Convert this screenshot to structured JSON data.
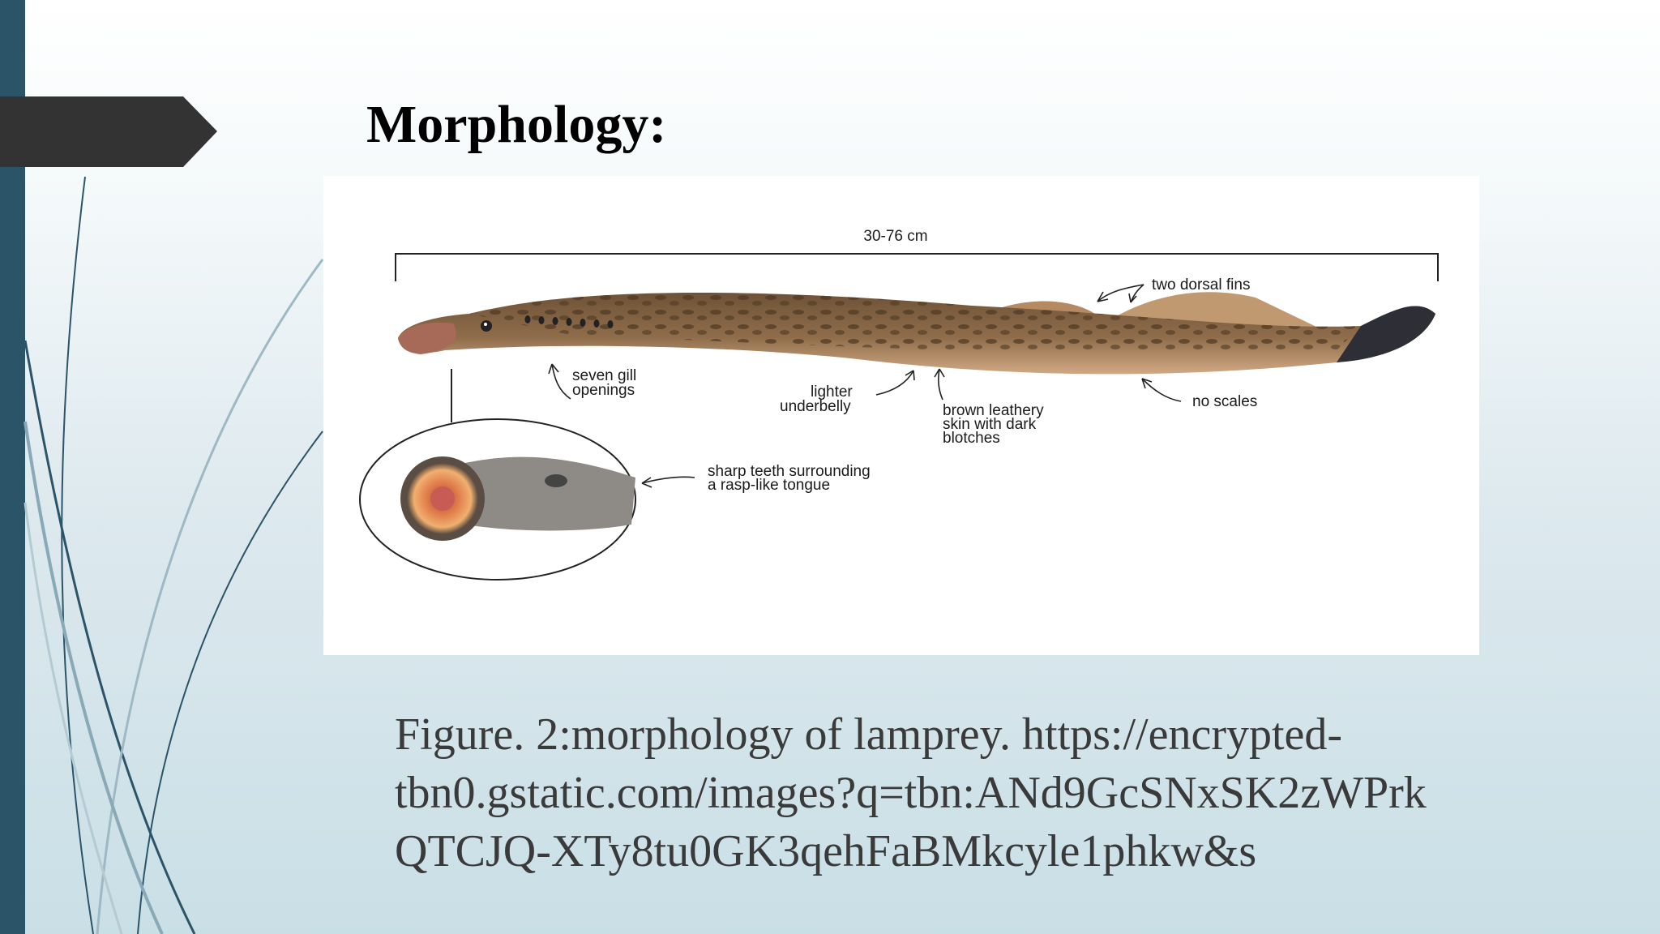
{
  "slide": {
    "title": "Morphology:",
    "figure": {
      "length_label": "30-76 cm",
      "labels": {
        "dorsal_fins": "two dorsal fins",
        "gill_openings_line1": "seven gill",
        "gill_openings_line2": "openings",
        "underbelly_line1": "lighter",
        "underbelly_line2": "underbelly",
        "skin_line1": "brown leathery",
        "skin_line2": "skin with dark",
        "skin_line3": "blotches",
        "scales": "no scales",
        "teeth_line1": "sharp teeth surrounding",
        "teeth_line2": "a rasp-like tongue"
      }
    },
    "caption": {
      "line1": "Figure. 2:morphology of lamprey. https://encrypted-",
      "line2": "tbn0.gstatic.com/images?q=tbn:ANd9GcSNxSK2zWPrk",
      "line3": "QTCJQ-XTy8tu0GK3qehFaBMkcyle1phkw&s"
    }
  },
  "colors": {
    "sidebar": "#2c5468",
    "tab": "#333333",
    "lamprey_body": "#8a6a48",
    "lamprey_belly": "#c9a07a"
  }
}
